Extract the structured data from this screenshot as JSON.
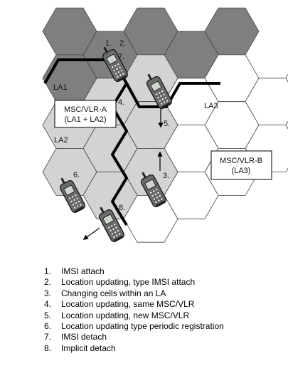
{
  "diagram": {
    "area_labels": {
      "la1": "LA1",
      "la2": "LA2",
      "la3": "LA3"
    },
    "msc_a": {
      "line1": "MSC/VLR-A",
      "line2": "(LA1 + LA2)"
    },
    "msc_b": {
      "line1": "MSC/VLR-B",
      "line2": "(LA3)"
    },
    "step_markers": [
      "1.",
      "2.",
      "7.",
      "4.",
      "5.",
      "3.",
      "6.",
      "8."
    ],
    "colors": {
      "la1": "#7f7f7f",
      "la2": "#d3d3d3",
      "la3": "#ffffff",
      "border": "#000000"
    }
  },
  "legend": [
    {
      "num": "1.",
      "text": "IMSI attach"
    },
    {
      "num": "2.",
      "text": "Location updating, type IMSI attach"
    },
    {
      "num": "3.",
      "text": "Changing cells within an LA"
    },
    {
      "num": "4.",
      "text": "Location updating, same MSC/VLR"
    },
    {
      "num": "5.",
      "text": "Location updating, new MSC/VLR"
    },
    {
      "num": "6.",
      "text": "Location updating type periodic registration"
    },
    {
      "num": "7.",
      "text": "IMSI detach"
    },
    {
      "num": "8.",
      "text": "Implicit detach"
    }
  ]
}
